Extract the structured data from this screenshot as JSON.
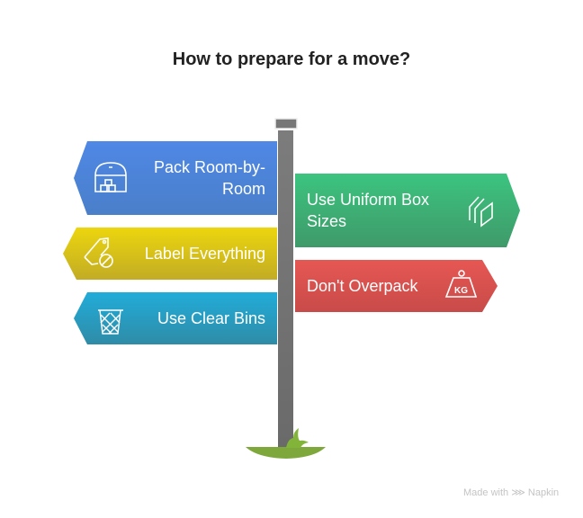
{
  "title": "How to prepare for a move?",
  "signs": [
    {
      "label": "Pack Room-by-Room",
      "line1": "Pack Room-by-",
      "line2": "Room",
      "icon": "warehouse-boxes-icon",
      "color": "#4f86e3"
    },
    {
      "label": "Use Uniform Box Sizes",
      "line1": "Use Uniform Box",
      "line2": "Sizes",
      "icon": "stacked-panels-icon",
      "color": "#3cc27e"
    },
    {
      "label": "Label Everything",
      "icon": "tag-icon",
      "color": "#e7d20f"
    },
    {
      "label": "Don't Overpack",
      "icon": "kg-weight-icon",
      "color": "#e25452"
    },
    {
      "label": "Use Clear Bins",
      "icon": "wastebasket-icon",
      "color": "#22a9d6"
    }
  ],
  "credit": "Made with ⋙ Napkin"
}
